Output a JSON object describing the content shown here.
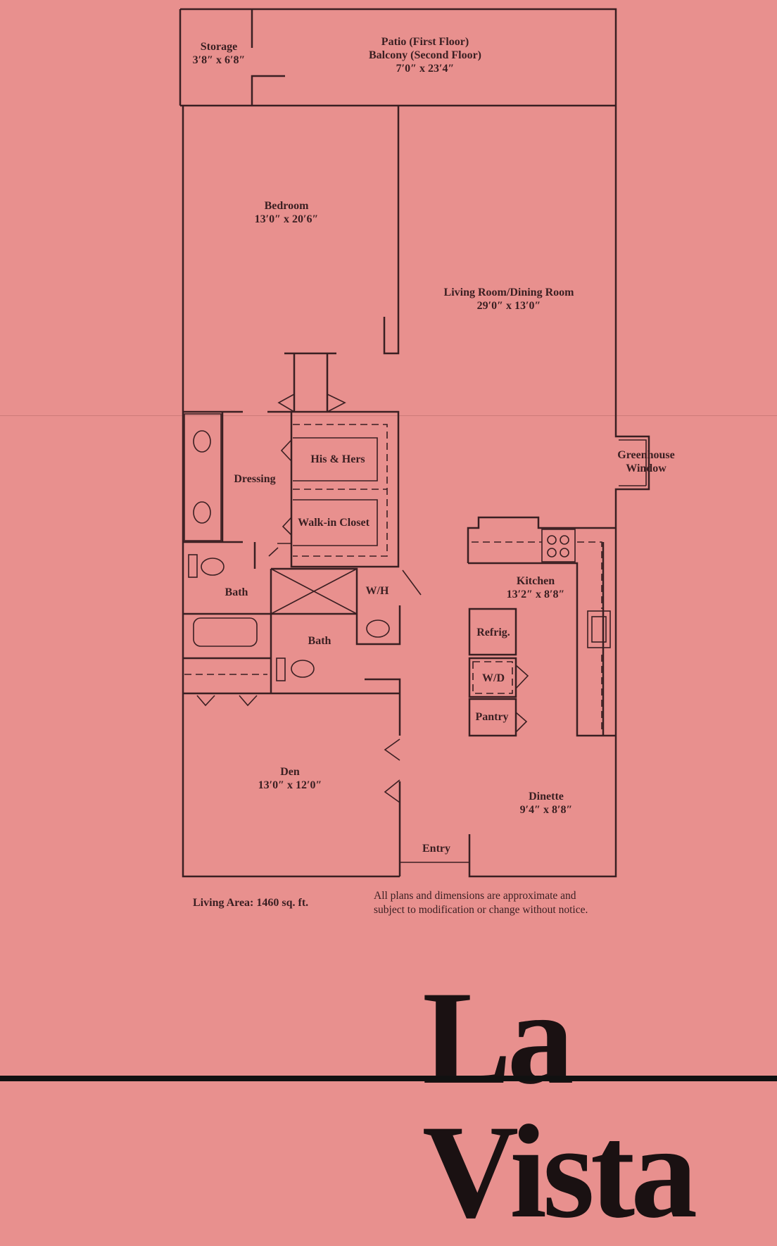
{
  "rooms": {
    "storage": {
      "name": "Storage",
      "size": "3′8″ x 6′8″"
    },
    "patio": {
      "name1": "Patio (First Floor)",
      "name2": "Balcony (Second Floor)",
      "size": "7′0″ x 23′4″"
    },
    "bedroom": {
      "name": "Bedroom",
      "size": "13′0″ x 20′6″"
    },
    "living": {
      "name": "Living Room/Dining Room",
      "size": "29′0″ x 13′0″"
    },
    "dressing": {
      "name": "Dressing"
    },
    "his_hers": {
      "name": "His & Hers"
    },
    "walk_in": {
      "name": "Walk-in Closet"
    },
    "greenhouse": {
      "name1": "Greenhouse",
      "name2": "Window"
    },
    "bath1": {
      "name": "Bath"
    },
    "wh": {
      "name": "W/H"
    },
    "bath2": {
      "name": "Bath"
    },
    "kitchen": {
      "name": "Kitchen",
      "size": "13′2″ x 8′8″"
    },
    "refrig": {
      "name": "Refrig."
    },
    "wd": {
      "name": "W/D"
    },
    "pantry": {
      "name": "Pantry"
    },
    "den": {
      "name": "Den",
      "size": "13′0″ x 12′0″"
    },
    "dinette": {
      "name": "Dinette",
      "size": "9′4″ x 8′8″"
    },
    "entry": {
      "name": "Entry"
    }
  },
  "footer": {
    "living_area": "Living Area: 1460 sq. ft.",
    "disclaimer1": "All plans and dimensions are approximate and",
    "disclaimer2": "subject to modification or change without notice."
  },
  "brand": "La Vista"
}
